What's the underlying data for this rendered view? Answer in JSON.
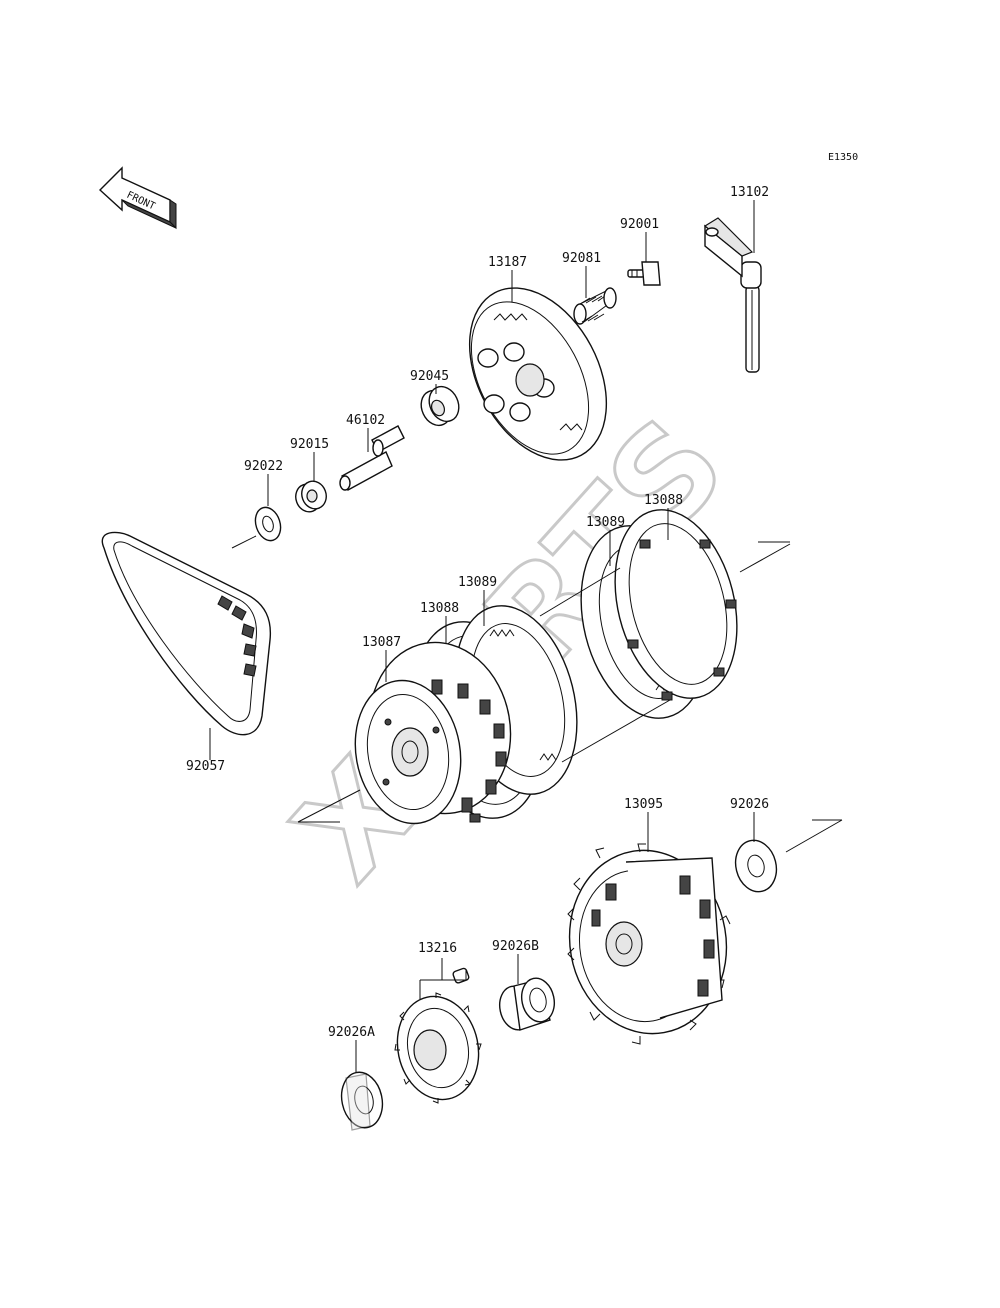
{
  "diagram_code": "E1350",
  "front_label": "FRONT",
  "watermark_text": "XPARTS",
  "parts": {
    "p13102": "13102",
    "p92001": "92001",
    "p92081": "92081",
    "p13187": "13187",
    "p92045": "92045",
    "p46102": "46102",
    "p92015": "92015",
    "p92022": "92022",
    "p13088a": "13088",
    "p13089a": "13089",
    "p13089b": "13089",
    "p13088b": "13088",
    "p13087": "13087",
    "p92057": "92057",
    "p13095": "13095",
    "p92026": "92026",
    "p13216": "13216",
    "p92026B": "92026B",
    "p92026A": "92026A"
  }
}
